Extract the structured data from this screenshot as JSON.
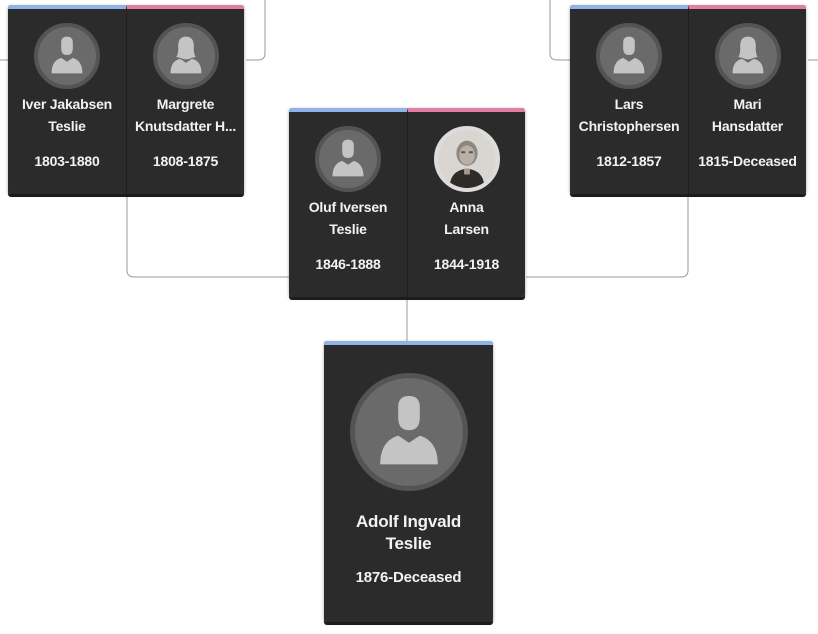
{
  "people": {
    "p1": {
      "first": "Iver Jakabsen",
      "last": "Teslie",
      "years": "1803-1880",
      "gender": "male"
    },
    "p2": {
      "first": "Margrete",
      "last": "Knutsdatter H...",
      "years": "1808-1875",
      "gender": "female"
    },
    "p3": {
      "first": "Lars",
      "last": "Christophersen",
      "years": "1812-1857",
      "gender": "male"
    },
    "p4": {
      "first": "Mari",
      "last": "Hansdatter",
      "years": "1815-Deceased",
      "gender": "female"
    },
    "p5": {
      "first": "Oluf Iversen",
      "last": "Teslie",
      "years": "1846-1888",
      "gender": "male"
    },
    "p6": {
      "first": "Anna",
      "last": "Larsen",
      "years": "1844-1918",
      "gender": "female"
    },
    "root": {
      "first": "Adolf Ingvald",
      "last": "Teslie",
      "years": "1876-Deceased",
      "gender": "male"
    }
  },
  "icons": {
    "male": "male-silhouette-icon",
    "female": "female-silhouette-icon",
    "photo": "portrait-photo"
  },
  "colors": {
    "male_accent": "#8fb3e8",
    "female_accent": "#e27ea6",
    "card_bg": "#2b2b2b",
    "line": "#9a9a9a"
  }
}
